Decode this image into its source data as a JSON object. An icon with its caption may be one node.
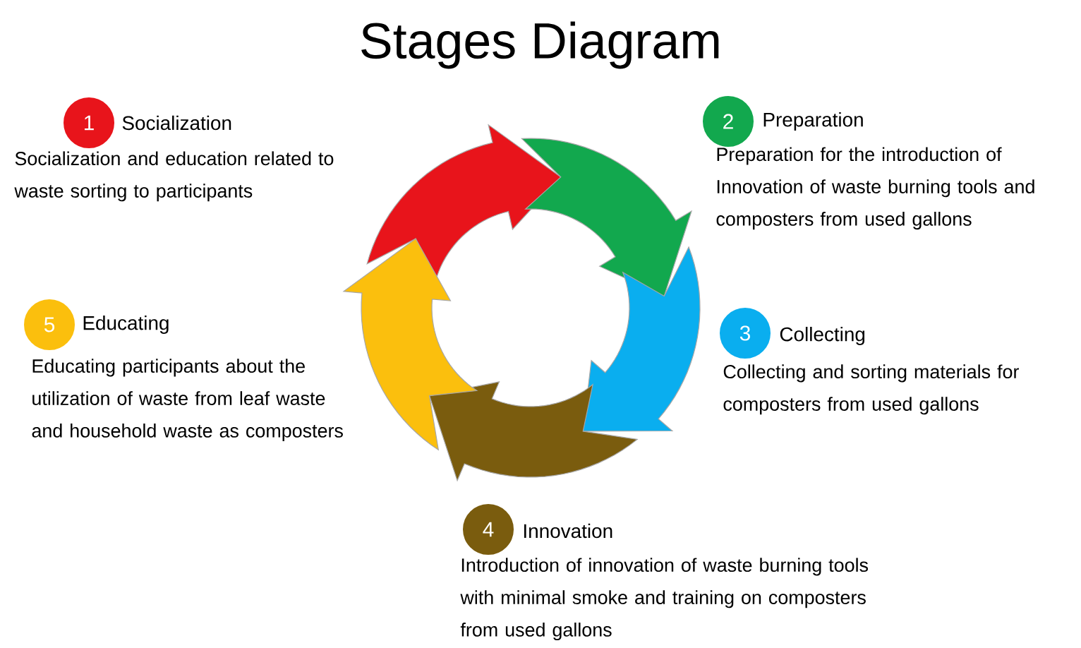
{
  "diagram": {
    "title": "Stages Diagram",
    "nodes": [
      {
        "text": [
          "1"
        ],
        "beside": [
          "Socialization",
          "Socialization and education related to waste sorting to participants"
        ]
      },
      {
        "text": [
          "2"
        ],
        "beside": [
          "Preparation",
          "Preparation for the introduction of Innovation of waste burning tools and composters from used gallons"
        ]
      },
      {
        "text": [
          "3"
        ],
        "beside": [
          "Collecting",
          "Collecting and sorting materials for composters from used gallons"
        ]
      },
      {
        "text": [
          "4"
        ],
        "beside": [
          "Innovation",
          "Introduction of innovation of waste burning tools with minimal smoke and training on composters from used gallons"
        ]
      },
      {
        "text": [
          "5"
        ],
        "beside": [
          "Educating",
          "Educating participants about the utilization of waste from leaf waste and household waste as composters"
        ]
      }
    ]
  }
}
